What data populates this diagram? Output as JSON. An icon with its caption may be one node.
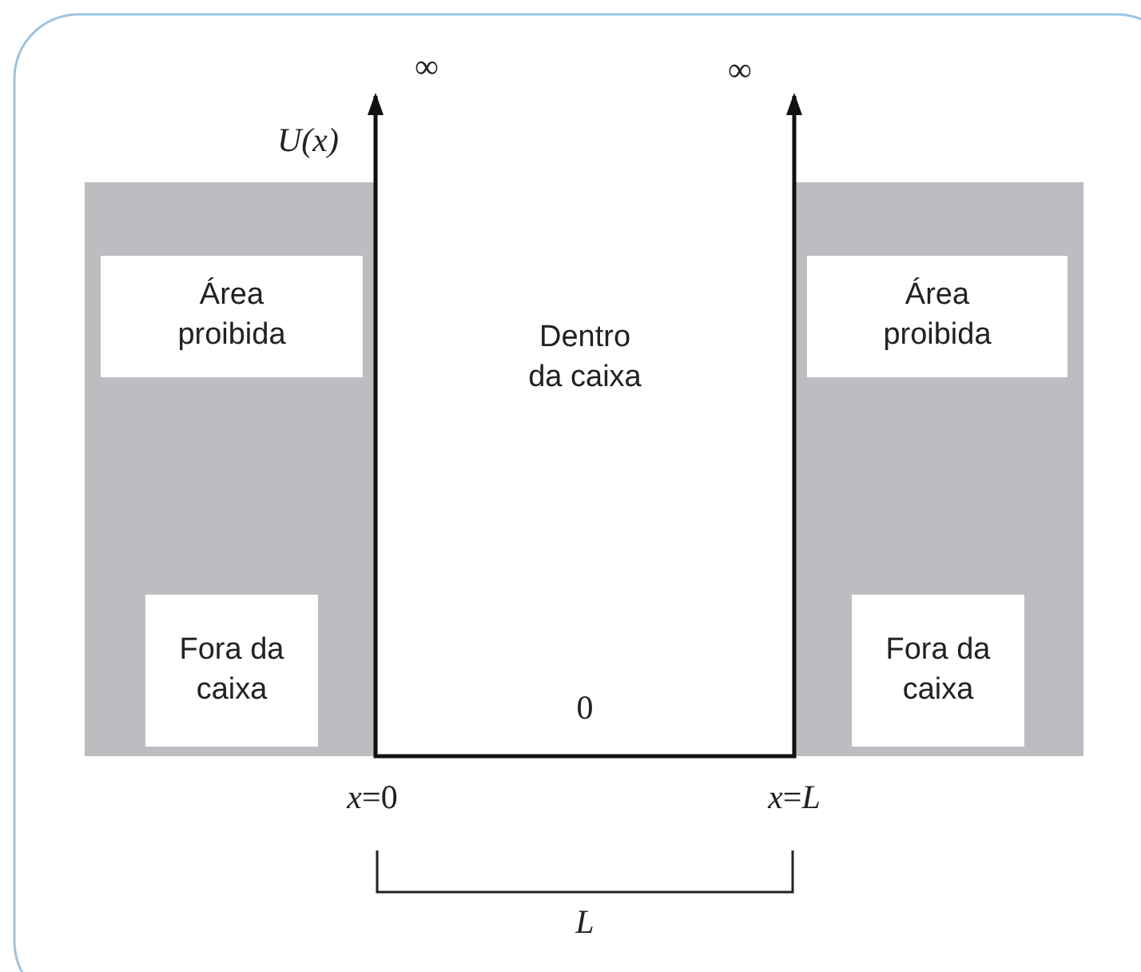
{
  "diagram": {
    "nodes": [
      {
        "text": [],
        "shape": "box"
      },
      {
        "text": [
          "Área proibida"
        ],
        "in": 0
      },
      {
        "text": [
          "Fora da caixa"
        ],
        "in": 0
      },
      {
        "text": [],
        "shape": "box"
      },
      {
        "text": [
          "Área proibida"
        ],
        "in": 3
      },
      {
        "text": [
          "Fora da caixa"
        ],
        "in": 3
      }
    ],
    "edges": [],
    "labels": [
      "∞",
      "∞",
      "U(x)",
      "Dentro da caixa",
      "0",
      "*x*=0",
      "*x*=*L*",
      "L"
    ]
  }
}
